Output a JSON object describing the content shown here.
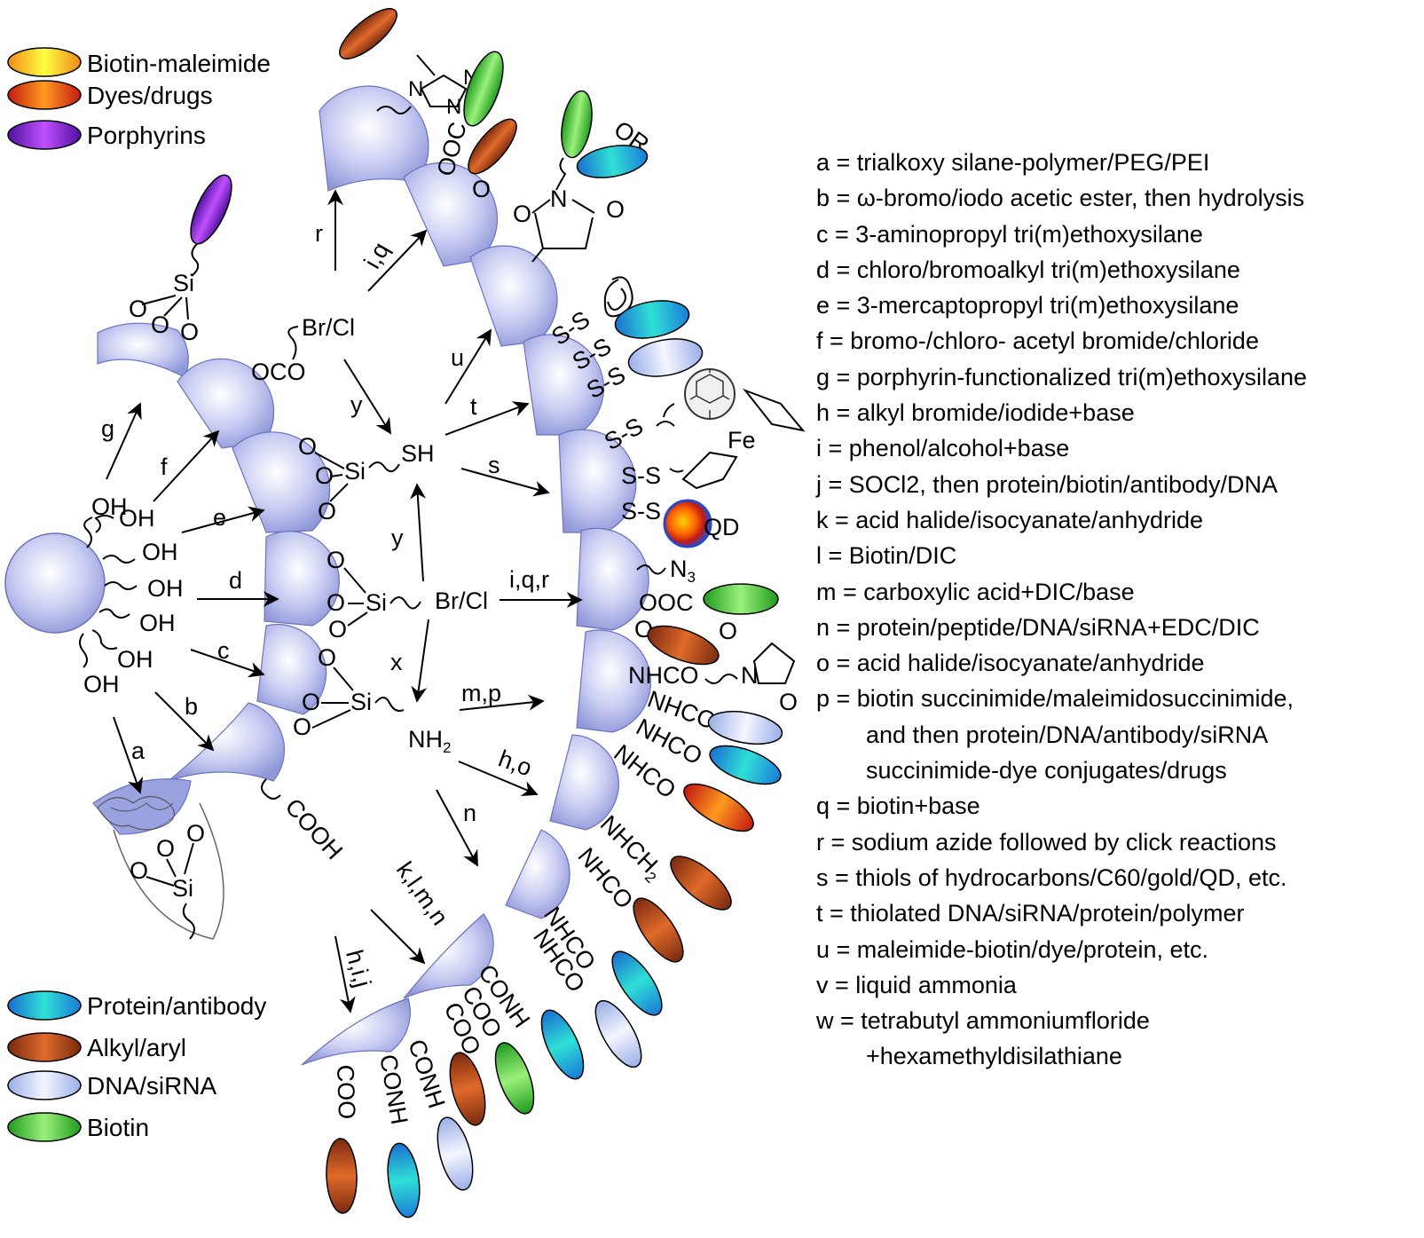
{
  "legend_top": [
    {
      "label": "Biotin-maleimide",
      "color": "yellow-orange"
    },
    {
      "label": "Dyes/drugs",
      "color": "orange-red"
    },
    {
      "label": "Porphyrins",
      "color": "purple"
    }
  ],
  "legend_bottom": [
    {
      "label": "Protein/antibody",
      "color": "teal"
    },
    {
      "label": "Alkyl/aryl",
      "color": "brown"
    },
    {
      "label": "DNA/siRNA",
      "color": "lavender"
    },
    {
      "label": "Biotin",
      "color": "green"
    }
  ],
  "reagents": [
    "a = trialkoxy silane-polymer/PEG/PEI",
    "b = ω-bromo/iodo acetic ester, then hydrolysis",
    "c = 3-aminopropyl tri(m)ethoxysilane",
    "d = chloro/bromoalkyl tri(m)ethoxysilane",
    "e = 3-mercaptopropyl tri(m)ethoxysilane",
    "f  = bromo-/chloro- acetyl bromide/chloride",
    "g = porphyrin-functionalized tri(m)ethoxysilane",
    "h = alkyl bromide/iodide+base",
    "i  = phenol/alcohol+base",
    "j = SOCl2, then protein/biotin/antibody/DNA",
    "k = acid halide/isocyanate/anhydride",
    "l  = Biotin/DIC",
    "m = carboxylic acid+DIC/base",
    "n = protein/peptide/DNA/siRNA+EDC/DIC",
    "o = acid halide/isocyanate/anhydride",
    "p = biotin succinimide/maleimidosuccinimide,",
    "and then protein/DNA/antibody/siRNA",
    "succinimide-dye conjugates/drugs",
    "q = biotin+base",
    "r  = sodium azide followed by click reactions",
    "s = thiols of hydrocarbons/C60/gold/QD, etc.",
    "t = thiolated DNA/siRNA/protein/polymer",
    "u = maleimide-biotin/dye/protein, etc.",
    "v = liquid ammonia",
    "w = tetrabutyl ammoniumfloride",
    "+hexamethyldisilathiane"
  ],
  "arrow_labels": {
    "a": "a",
    "b": "b",
    "c": "c",
    "d": "d",
    "e": "e",
    "f": "f",
    "g": "g",
    "y1": "y",
    "y2": "y",
    "x": "x",
    "r": "r",
    "iq": "i,q",
    "u": "u",
    "t": "t",
    "s": "s",
    "iqr": "i,q,r",
    "mp": "m,p",
    "ho": "h,o",
    "n": "n",
    "klmn": "k,l,m,n",
    "hij": "h,i,j"
  },
  "groups": {
    "oh": "OH",
    "si": "Si",
    "o": "O",
    "sh": "SH",
    "brcl": "Br/Cl",
    "nh2": "NH",
    "nh2_sub": "2",
    "cooh": "COOH",
    "oco": "OCO",
    "ooc": "OOC",
    "ss": "S-S",
    "n3": "N",
    "n3_sub": "3",
    "nhco": "NHCO",
    "nhch2": "NHCH",
    "nhch2_sub": "2",
    "conh": "CONH",
    "coo": "COO",
    "or": "OR",
    "fe": "Fe",
    "qd": "QD",
    "n": "N",
    "carbonyl_o": "O"
  }
}
